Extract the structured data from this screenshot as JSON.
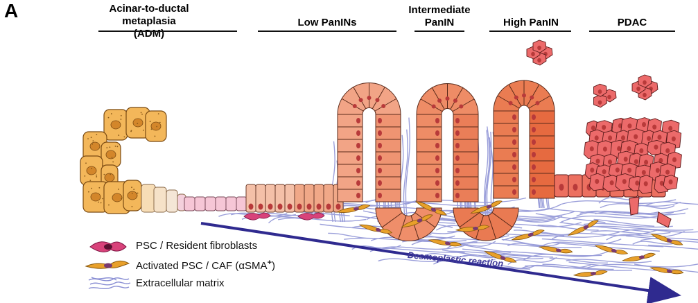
{
  "panel_letter": "A",
  "stages": [
    {
      "id": "adm",
      "line1": "Acinar-to-ductal metaplasia",
      "line2": "(ADM)"
    },
    {
      "id": "low",
      "line1": "Low PanINs",
      "line2": ""
    },
    {
      "id": "intermediate",
      "line1": "Intermediate",
      "line2": "PanIN"
    },
    {
      "id": "high",
      "line1": "High PanIN",
      "line2": ""
    },
    {
      "id": "pdac",
      "line1": "PDAC",
      "line2": ""
    }
  ],
  "arrow_label": "Desmoplastic reaction",
  "legend": [
    {
      "id": "psc",
      "icon": "psc-fibroblast-icon",
      "label": "PSC / Resident fibroblasts"
    },
    {
      "id": "caf",
      "icon": "caf-cell-icon",
      "label_prefix": "Activated PSC / CAF (",
      "label_alpha": "α",
      "label_sma": "SMA",
      "label_sup": "+",
      "label_suffix": ")"
    },
    {
      "id": "ecm",
      "icon": "ecm-fibers-icon",
      "label": "Extracellular matrix"
    }
  ],
  "colors": {
    "acinar": "#f3b75a",
    "acinar_outline": "#7a4a12",
    "transitional": "#f8dcc0",
    "pink_duct": "#f6c6d6",
    "panin_light": "#f2a88a",
    "panin_mid": "#ee8a62",
    "panin_dark": "#e8704a",
    "pdac_cell": "#ec6a6a",
    "nucleus": "#b83a3a",
    "ecm_fiber": "#8a8fd4",
    "caf": "#e8a02a",
    "psc": "#d8427a",
    "arrow": "#2f2a8f"
  }
}
